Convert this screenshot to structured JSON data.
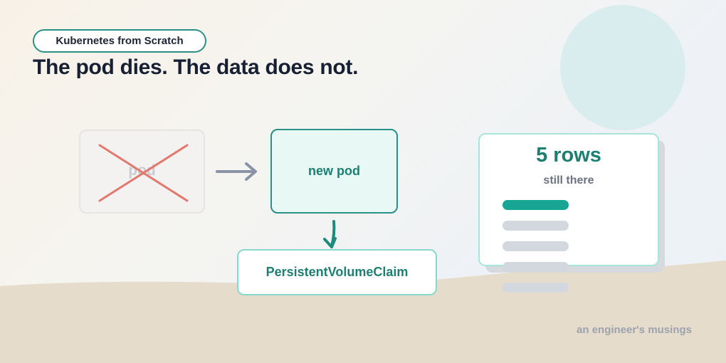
{
  "series_label": "Kubernetes from Scratch",
  "headline": "The pod dies. The data does not.",
  "old_pod": {
    "label": "pod",
    "status": "deleted"
  },
  "new_pod": {
    "label": "new pod"
  },
  "pvc": {
    "label": "PersistentVolumeClaim"
  },
  "database": {
    "count_label": "5 rows",
    "subtitle": "still there",
    "rows": 5,
    "highlighted_rows": 1
  },
  "signature": "an engineer's musings",
  "colors": {
    "accent": "#1d7f72",
    "accent_bright": "#17a594",
    "delete_mark": "#e2786e",
    "arrow_gray": "#8a94a6",
    "ink": "#172033"
  }
}
